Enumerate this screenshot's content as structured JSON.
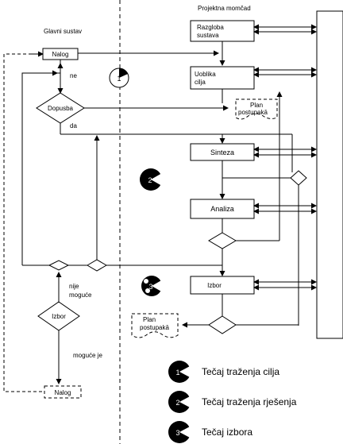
{
  "headers": {
    "left": "Glavni sustav",
    "right": "Projektna momčad"
  },
  "boxes": {
    "razgloba": [
      "Razgloba",
      "sustava"
    ],
    "uoblika": [
      "Uoblika",
      "cilja"
    ],
    "sinteza": "Sinteza",
    "analiza": "Analiza",
    "izbor": "Izbor",
    "nalog_top": "Nalog",
    "nalog_bottom": "Nalog"
  },
  "decisions": {
    "dopustba": "Dopusba",
    "izbor_left": "Izbor"
  },
  "plans": {
    "plan_top": [
      "Plan",
      "postupakā"
    ],
    "plan_bottom": [
      "Plan",
      "postupakā"
    ]
  },
  "labels": {
    "ne": "ne",
    "da": "da",
    "nije": "nije",
    "moguce": "moguće",
    "moguce_je": "moguće je"
  },
  "markers": {
    "m1": "1",
    "m2": "2",
    "m3": "3"
  },
  "legend": {
    "cilja": "Tečaj traženja cilja",
    "rjesenja": "Tečaj traženja rješenja",
    "izbora": "Tečaj izbora"
  }
}
